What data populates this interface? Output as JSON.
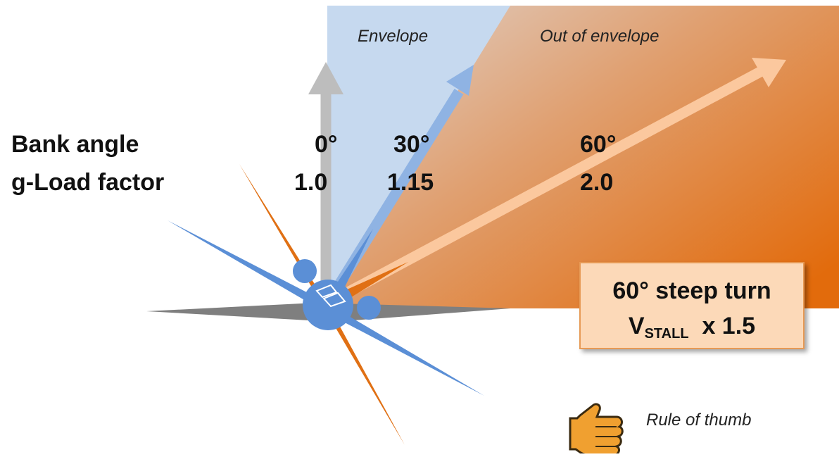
{
  "regions": {
    "envelope": "Envelope",
    "out_of_envelope": "Out of envelope"
  },
  "rows": {
    "bank_angle_label": "Bank angle",
    "g_load_label": "g-Load factor"
  },
  "columns": [
    {
      "bank": "0°",
      "g": "1.0"
    },
    {
      "bank": "30°",
      "g": "1.15"
    },
    {
      "bank": "60°",
      "g": "2.0"
    }
  ],
  "callout": {
    "line1": "60° steep turn",
    "v_main": "V",
    "v_sub": "STALL",
    "multiplier": "x 1.5"
  },
  "rule_of_thumb": "Rule of thumb",
  "colors": {
    "envelope_fill": "#c6d9ef",
    "out_of_envelope_start": "#d8c3b4",
    "out_of_envelope_end": "#e26f12",
    "arrow_0": "#bdbdbd",
    "arrow_30": "#8fb3e3",
    "arrow_60": "#fbc89e",
    "aircraft_blue": "#5b8fd6",
    "aircraft_orange": "#e07014",
    "aircraft_gray": "#808080"
  }
}
